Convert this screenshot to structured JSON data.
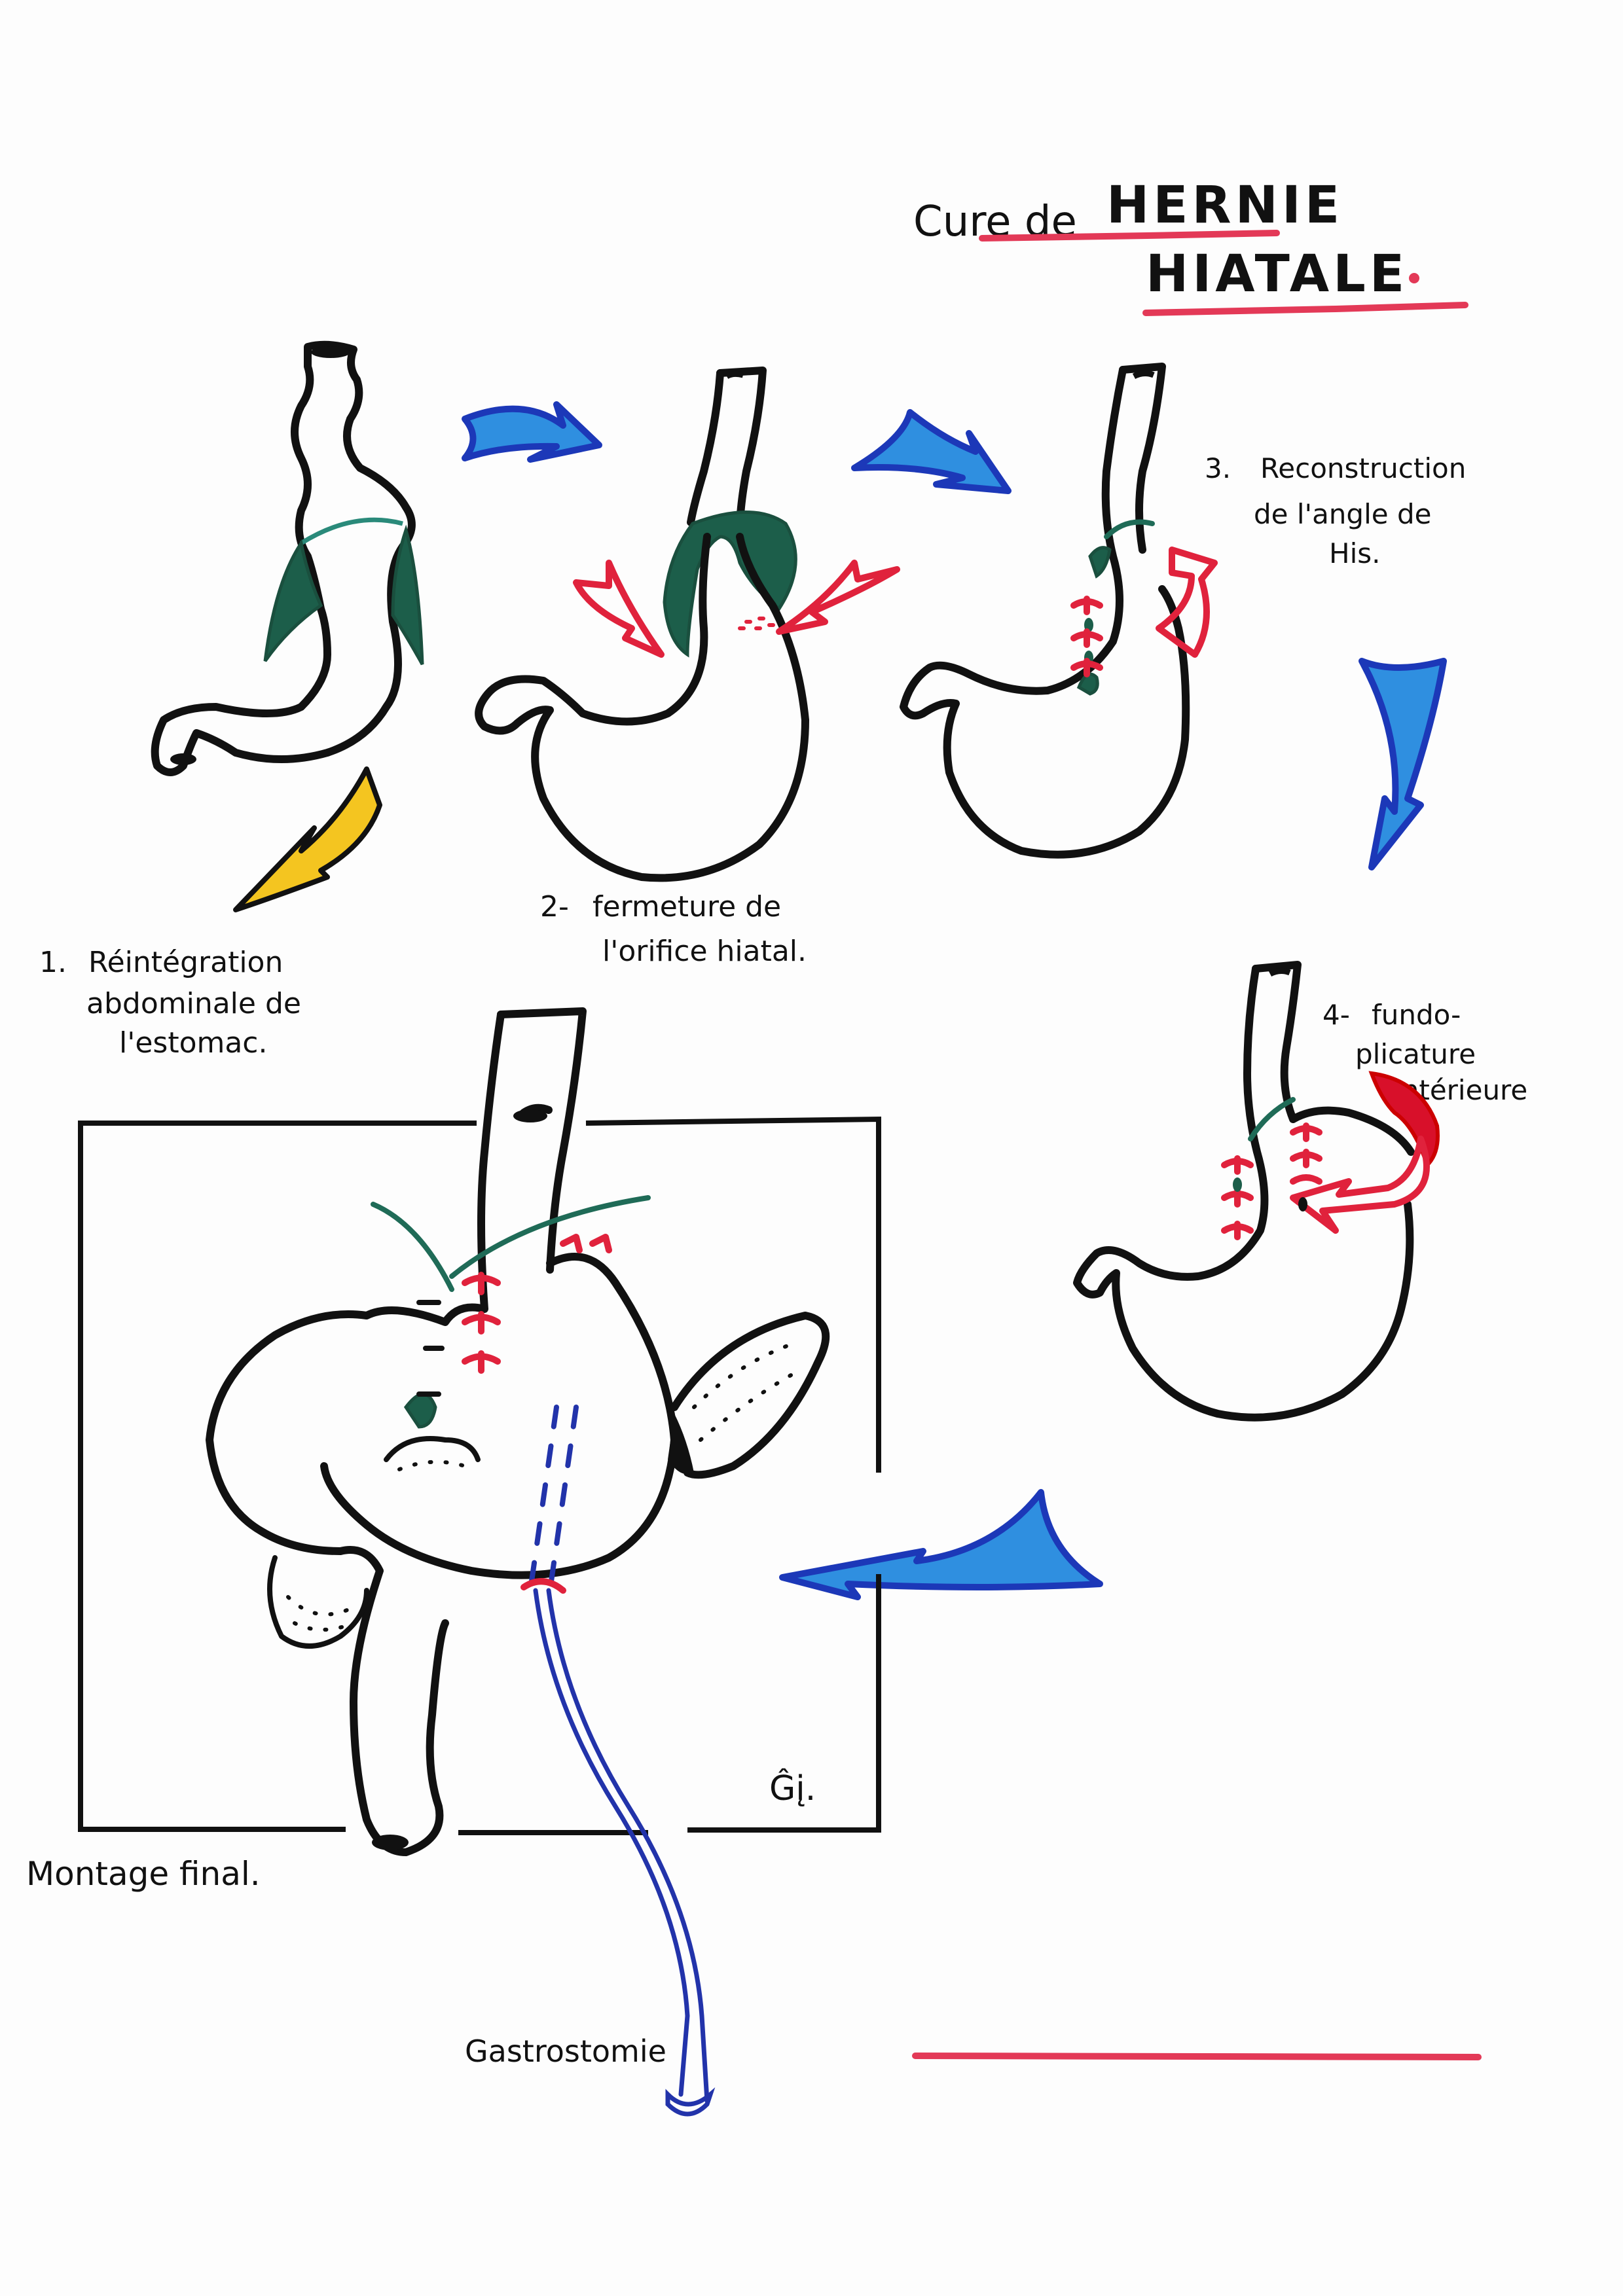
{
  "title": {
    "line1": "Cure de HERNIE",
    "line2": "HIATALE.",
    "prefix": "Cure de",
    "word1": "HERNIE",
    "word2": "HIATALE",
    "period": "."
  },
  "steps": [
    {
      "number": "1.",
      "lines": [
        "Réintégration",
        "abdominale de",
        "l'estomac."
      ]
    },
    {
      "number": "2-",
      "lines": [
        "fermeture de",
        "l'orifice hiatal."
      ]
    },
    {
      "number": "3.",
      "lines": [
        "Reconstruction",
        "de l'angle de",
        "His."
      ]
    },
    {
      "number": "4-",
      "lines": [
        "fundo-",
        "plicature",
        "antérieure"
      ]
    }
  ],
  "final": {
    "label": "Montage final.",
    "gastrostomy_label": "Gastrostomie",
    "signature": "Ĝį."
  },
  "colors": {
    "ink": "#111111",
    "underline_red": "#e33957",
    "suture_red": "#e0223c",
    "ligament_green": "#1c5e4a",
    "arrow_blue_fill": "#2f8fe0",
    "arrow_blue_stroke": "#1c38b8",
    "arrow_yellow": "#f4c520",
    "tube_blue": "#2233aa"
  }
}
